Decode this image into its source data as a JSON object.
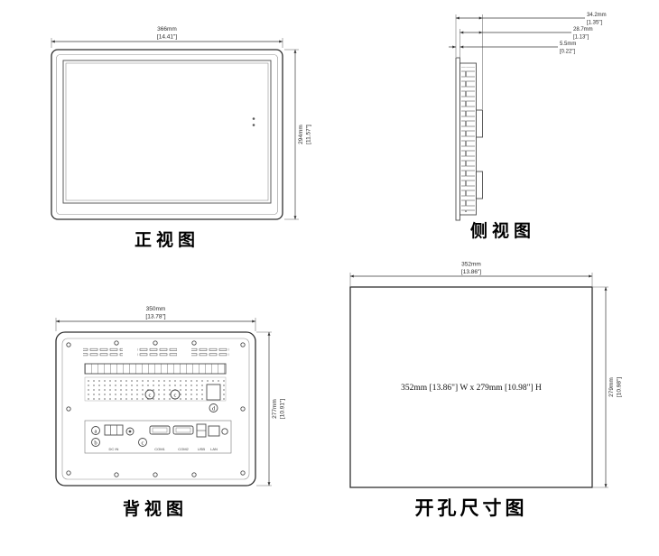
{
  "views": {
    "front": {
      "caption": "正视图",
      "width_mm": "366mm",
      "width_in": "[14.41\"]",
      "height_mm": "294mm",
      "height_in": "[11.57\"]"
    },
    "side": {
      "caption": "侧视图",
      "depth_total_mm": "34.2mm",
      "depth_total_in": "[1.35\"]",
      "depth_body_mm": "28.7mm",
      "depth_body_in": "[1.13\"]",
      "bezel_mm": "5.5mm",
      "bezel_in": "[0.22\"]"
    },
    "rear": {
      "caption": "背视图",
      "width_mm": "350mm",
      "width_in": "[13.78\"]",
      "height_mm": "277mm",
      "height_in": "[10.91\"]",
      "callout_a": "a",
      "callout_b": "b",
      "callout_c": "c",
      "callout_d": "d",
      "port_labels": [
        "DC IN",
        "COM1",
        "COM2",
        "USB",
        "LAN"
      ]
    },
    "cutout": {
      "caption": "开孔尺寸图",
      "width_mm": "352mm",
      "width_in": "[13.86\"]",
      "height_mm": "279mm",
      "height_in": "[10.98\"]",
      "center_label": "352mm [13.86\"] W x 279mm [10.98\"] H"
    }
  }
}
